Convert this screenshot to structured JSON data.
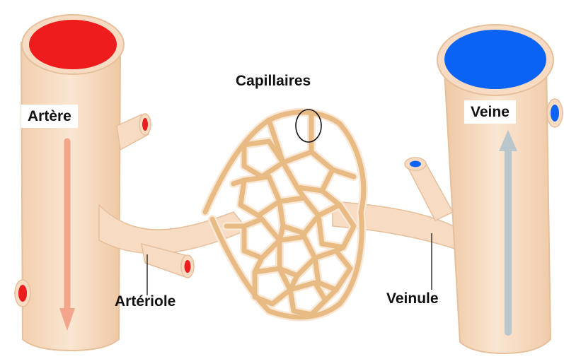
{
  "labels": {
    "artery": "Artère",
    "capillaries": "Capillaires",
    "vein": "Veine",
    "arteriole": "Artériole",
    "venule": "Veinule"
  },
  "colors": {
    "oxygenated_blood": "#ee1c1c",
    "deoxygenated_blood": "#0b63f5",
    "vessel_wall": "#f7dcc3",
    "capillary_network": "#e8bb85",
    "arterial_flow_arrow": "#f2a58a",
    "venous_flow_arrow": "#b9c6cc"
  }
}
